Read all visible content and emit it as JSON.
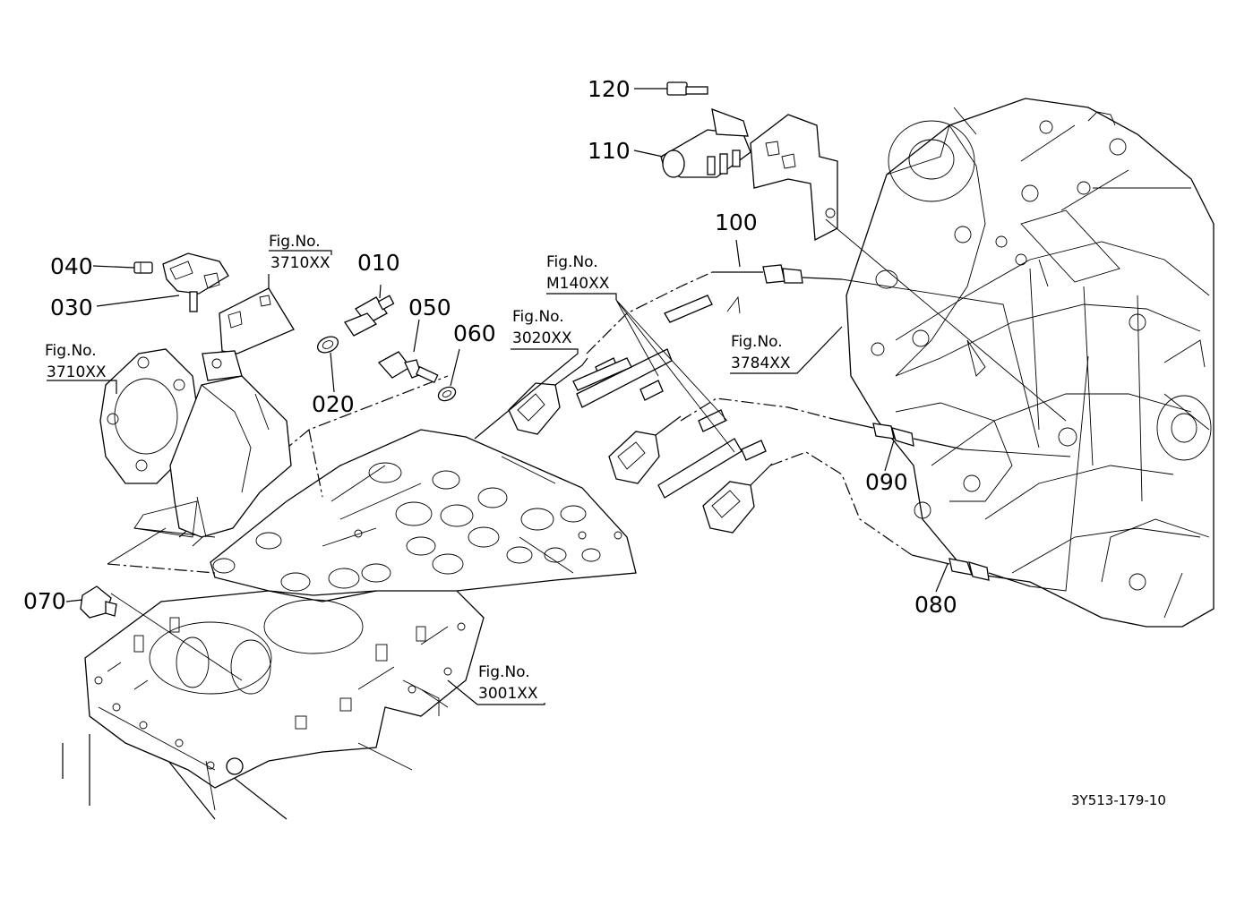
{
  "diagram": {
    "drawing_code": "3Y513-179-10",
    "part_numbers": {
      "p010": "010",
      "p020": "020",
      "p030": "030",
      "p040": "040",
      "p050": "050",
      "p060": "060",
      "p070": "070",
      "p080": "080",
      "p090": "090",
      "p100": "100",
      "p110": "110",
      "p120": "120"
    },
    "figure_refs": {
      "r1": {
        "label": "Fig.No.",
        "code": "3710XX"
      },
      "r2": {
        "label": "Fig.No.",
        "code": "3710XX"
      },
      "r3": {
        "label": "Fig.No.",
        "code": "M140XX"
      },
      "r4": {
        "label": "Fig.No.",
        "code": "3020XX"
      },
      "r5": {
        "label": "Fig.No.",
        "code": "3784XX"
      },
      "r6": {
        "label": "Fig.No.",
        "code": "3001XX"
      }
    }
  }
}
